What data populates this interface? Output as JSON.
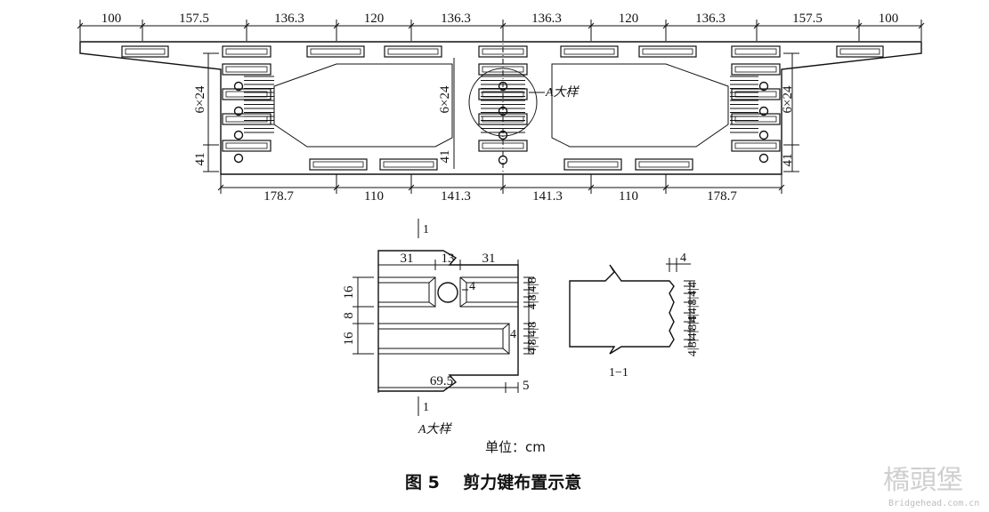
{
  "top_dims": [
    "100",
    "157.5",
    "136.3",
    "120",
    "136.3",
    "136.3",
    "120",
    "136.3",
    "157.5",
    "100"
  ],
  "bottom_dims": [
    "178.7",
    "110",
    "141.3",
    "141.3",
    "110",
    "178.7"
  ],
  "side_dims": {
    "left_web": "6×24",
    "left_bottom": "41",
    "center_web": "6×24",
    "center_bottom": "41",
    "right_web": "6×24",
    "right_bottom": "41"
  },
  "detail_callout": "A大样",
  "detail": {
    "section_mark_top": "1",
    "section_mark_bottom": "1",
    "top_widths": [
      "31",
      "13",
      "31"
    ],
    "left_heights": [
      "16",
      "8",
      "16"
    ],
    "right_ticks_top": "4|8|4|8",
    "right_ticks_bottom": "4|8|4|8",
    "key_depth_1": "4",
    "key_depth_2": "4",
    "total_width": "69.5",
    "end_gap": "5",
    "title": "A大样"
  },
  "section": {
    "top_dim": "4",
    "side_ticks": "4|4|8|4|4",
    "side_ticks_lower": "4|8|4|8|4",
    "title": "1−1"
  },
  "unit_label": "单位：cm",
  "figure_caption": "图 5    剪力键布置示意",
  "watermark": {
    "logo_text": "橋頭堡",
    "site": "Bridgehead.com.cn"
  }
}
